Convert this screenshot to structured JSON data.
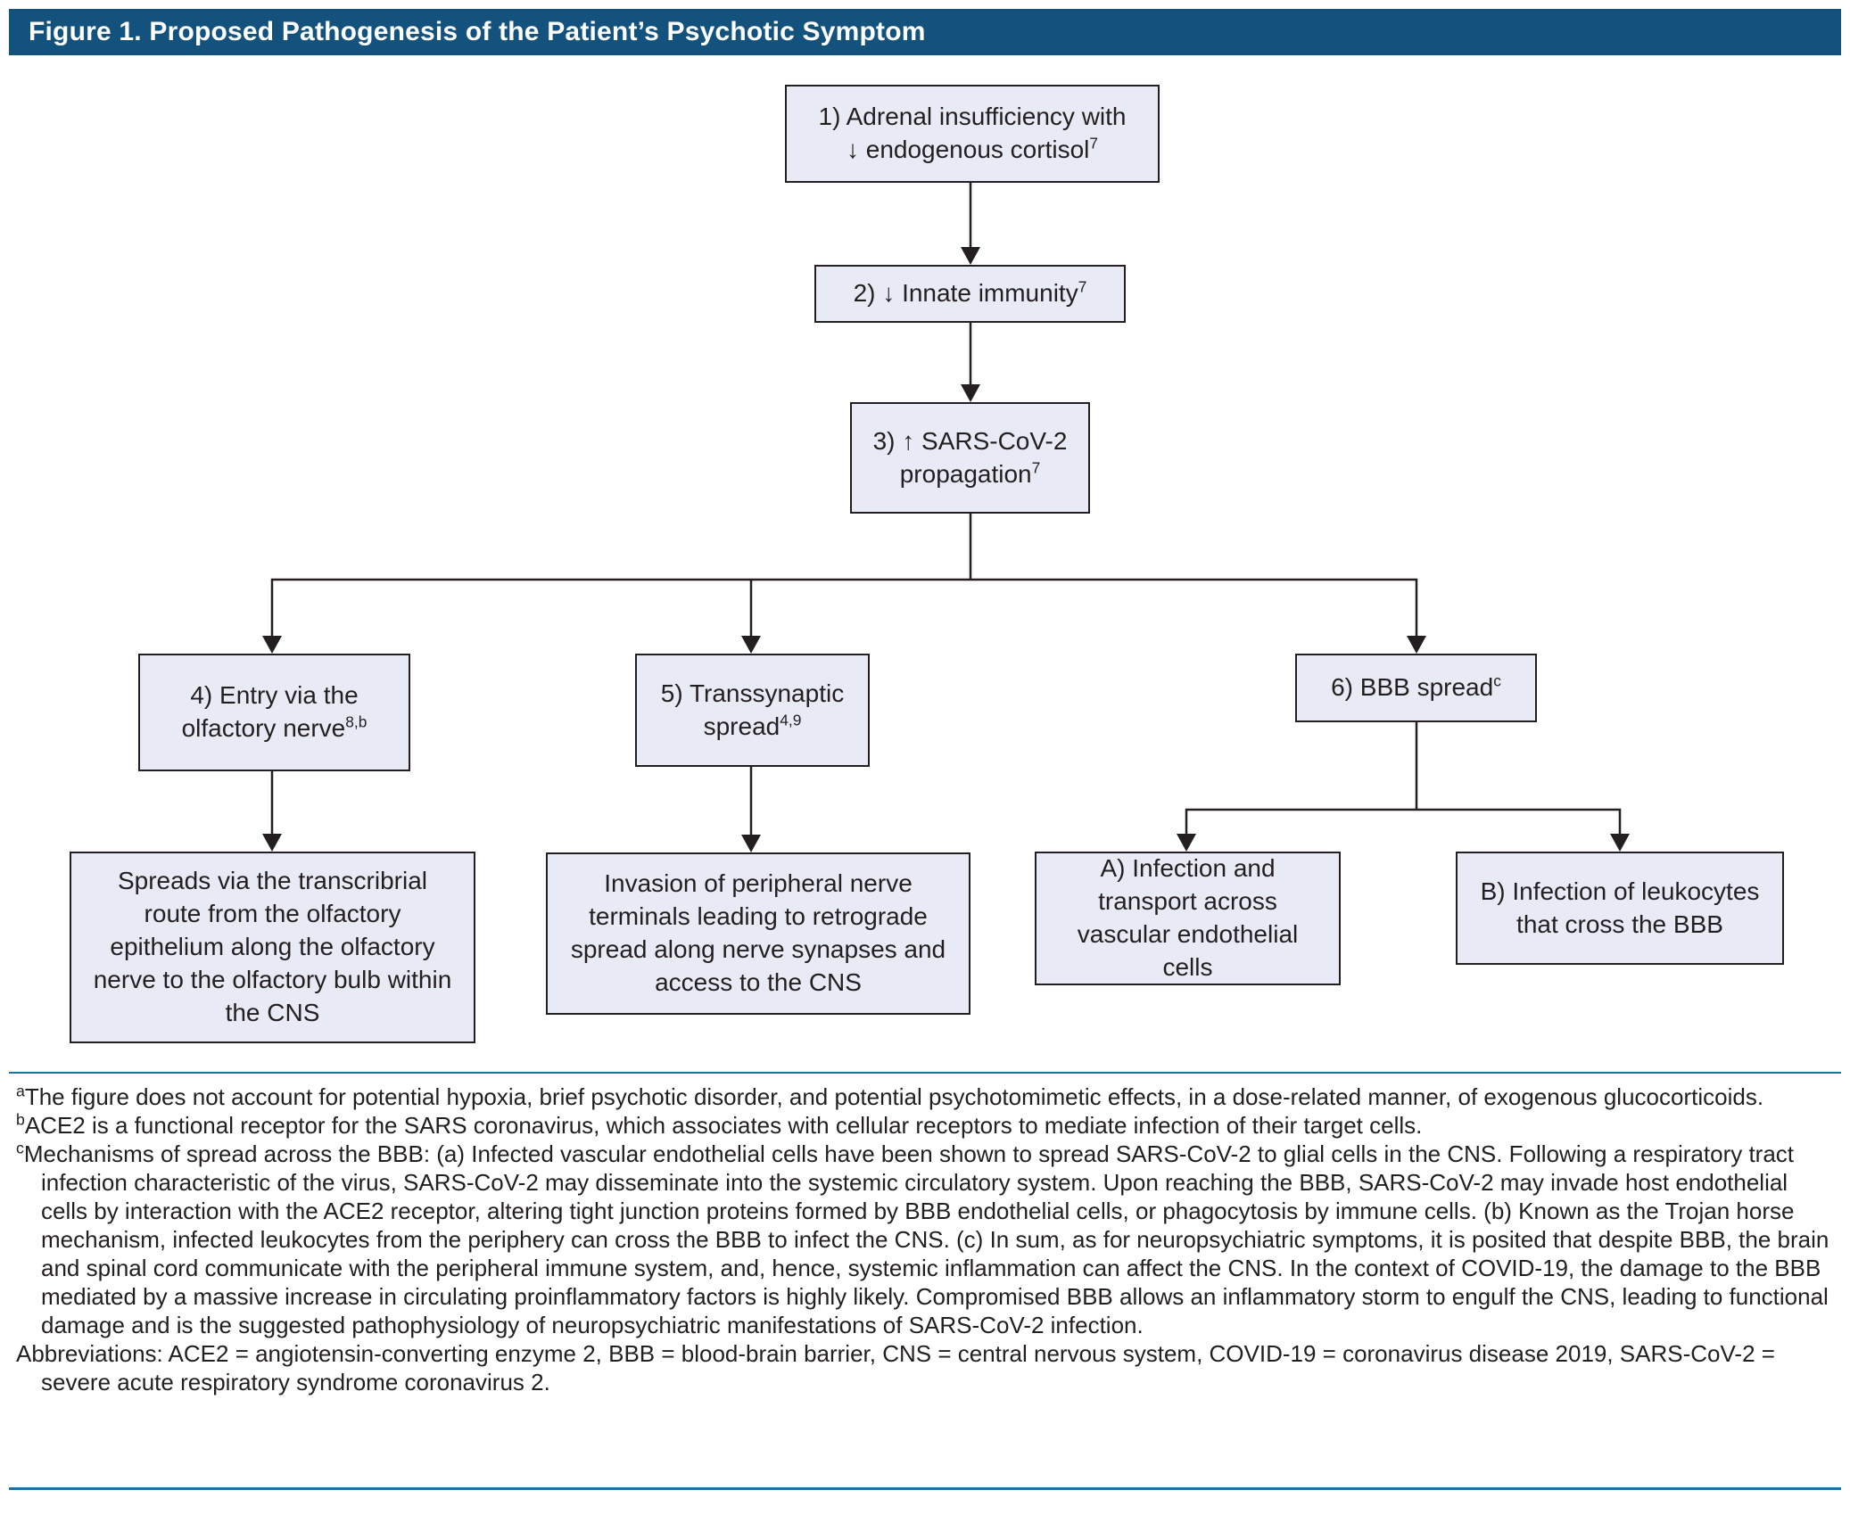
{
  "title": "Figure 1. Proposed Pathogenesis of the Patient’s Psychotic Symptom",
  "colors": {
    "header_bg": "#14527e",
    "box_fill": "#e8ebf5",
    "box_border": "#231f20",
    "connector": "#231f20",
    "rule": "#1f6f9f",
    "text": "#231f20"
  },
  "flowchart": {
    "box1": {
      "line1": "1) Adrenal insufficiency with",
      "line2": "↓ endogenous cortisol",
      "sup": "7"
    },
    "box2": {
      "line1": "2) ↓ Innate immunity",
      "sup": "7"
    },
    "box3": {
      "line1": "3) ↑ SARS-CoV-2",
      "line2": "propagation",
      "sup": "7"
    },
    "box4": {
      "line1": "4) Entry via the",
      "line2": "olfactory nerve",
      "sup": "8,b"
    },
    "box5": {
      "line1": "5) Transsynaptic",
      "line2": "spread",
      "sup": "4,9"
    },
    "box6": {
      "line1": "6) BBB spread",
      "sup": "c"
    },
    "box4_detail": {
      "text": "Spreads via the transcribrial route from the olfactory epithelium along the olfactory nerve to the olfactory bulb within the CNS"
    },
    "box5_detail": {
      "text": "Invasion of peripheral nerve terminals leading to retrograde spread along nerve synapses and access to the CNS"
    },
    "boxA": {
      "text": "A) Infection and transport across vascular endothelial cells"
    },
    "boxB": {
      "text": "B) Infection of leukocytes that cross the BBB"
    }
  },
  "footnotes": {
    "a": {
      "sup": "a",
      "text": "The figure does not account for potential hypoxia, brief psychotic disorder, and potential psychotomimetic effects, in a dose-related manner, of exogenous glucocorticoids."
    },
    "b": {
      "sup": "b",
      "text": "ACE2 is a functional receptor for the SARS coronavirus, which associates with cellular receptors to mediate infection of their target cells."
    },
    "c": {
      "sup": "c",
      "text": "Mechanisms of spread across the BBB: (a) Infected vascular endothelial cells have been shown to spread SARS-CoV-2 to glial cells in the CNS. Following a respiratory tract infection characteristic of the virus, SARS-CoV-2 may disseminate into the systemic circulatory system. Upon reaching the BBB, SARS-CoV-2 may invade host endothelial cells by interaction with the ACE2 receptor, altering tight junction proteins formed by BBB endothelial cells, or phagocytosis by immune cells. (b) Known as the Trojan horse mechanism, infected leukocytes from the periphery can cross the BBB to infect the CNS. (c) In sum, as for neuropsychiatric symptoms, it is posited that despite BBB, the brain and spinal cord communicate with the peripheral immune system, and, hence, systemic inflammation can affect the CNS. In the context of COVID-19, the damage to the BBB mediated by a massive increase in circulating proinflammatory factors is highly likely.  Compromised BBB allows an inflammatory storm to engulf the CNS, leading to functional damage and is the suggested pathophysiology of neuropsychiatric manifestations of SARS-CoV-2 infection."
    },
    "abbreviations": {
      "text": "Abbreviations: ACE2 = angiotensin-converting enzyme 2, BBB = blood-brain barrier, CNS = central nervous system, COVID-19 = coronavirus disease 2019, SARS-CoV-2 = severe acute respiratory syndrome coronavirus 2."
    }
  }
}
